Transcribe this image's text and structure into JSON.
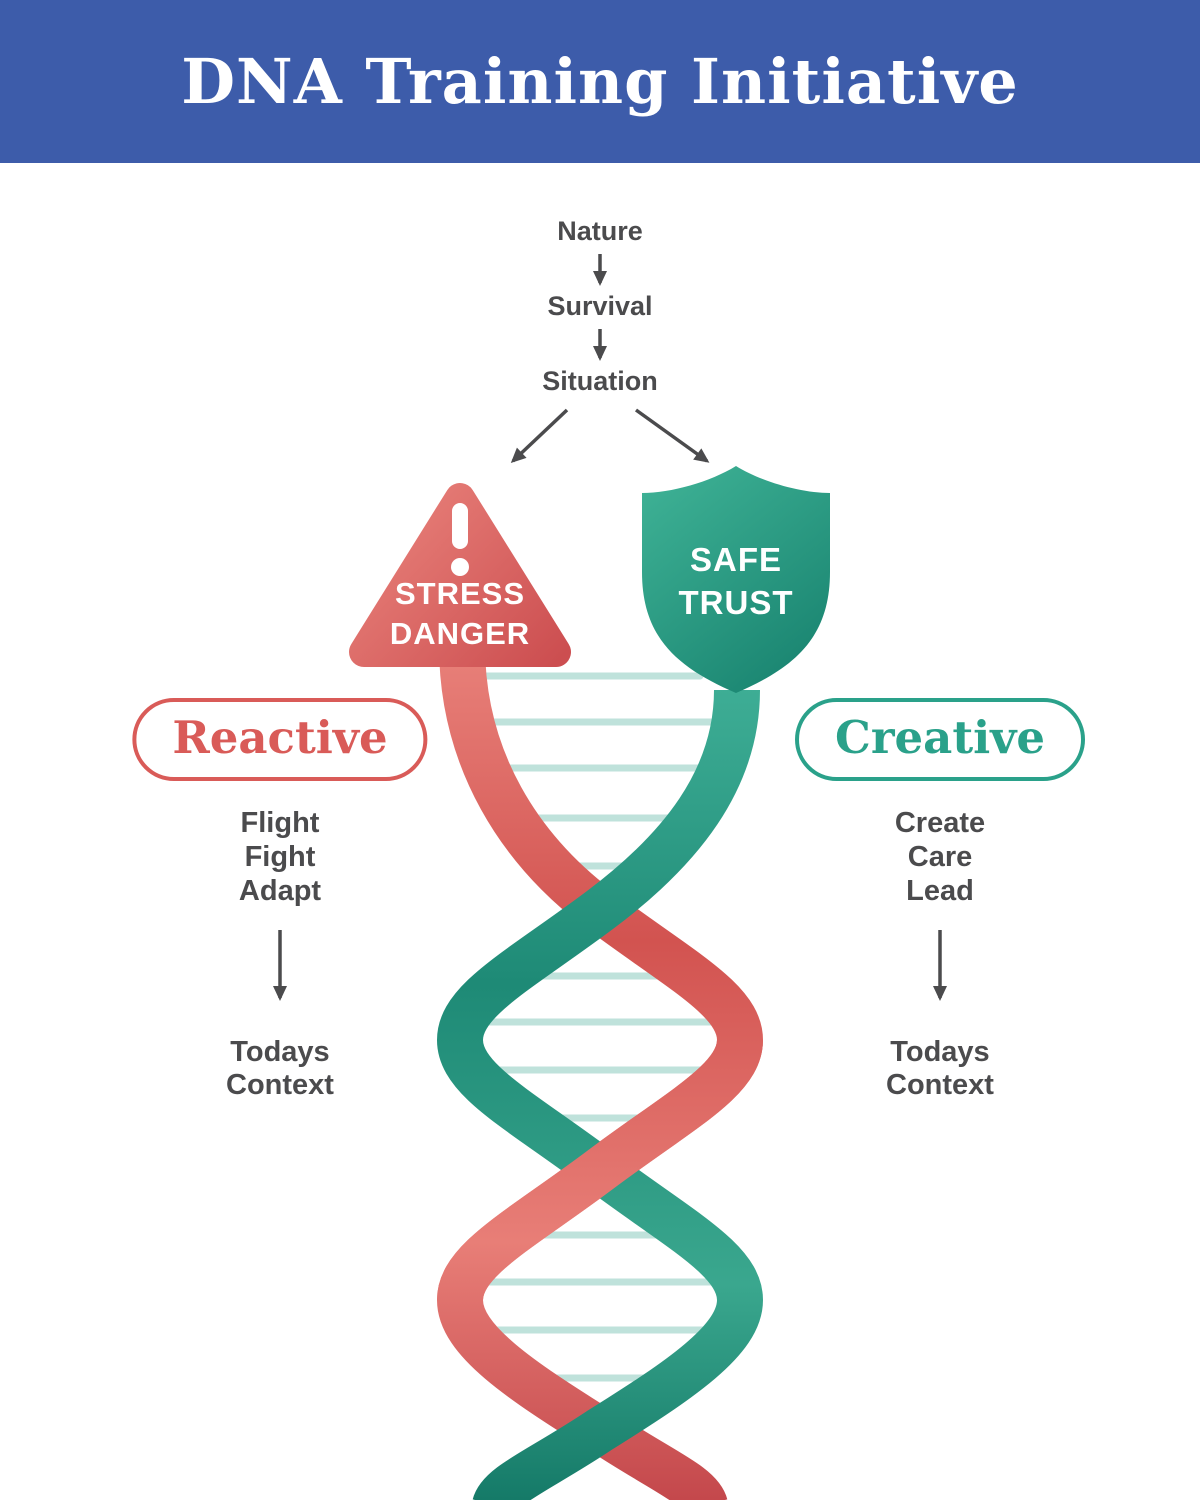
{
  "header": {
    "title": "DNA Training Initiative"
  },
  "flow": {
    "nature": "Nature",
    "survival": "Survival",
    "situation": "Situation"
  },
  "triangle": {
    "line1": "STRESS",
    "line2": "DANGER"
  },
  "shield": {
    "line1": "SAFE",
    "line2": "TRUST"
  },
  "left_branch": {
    "badge": "Reactive",
    "items": [
      "Flight",
      "Fight",
      "Adapt"
    ],
    "result": [
      "Todays",
      "Context"
    ]
  },
  "right_branch": {
    "badge": "Creative",
    "items": [
      "Create",
      "Care",
      "Lead"
    ],
    "result": [
      "Todays",
      "Context"
    ]
  },
  "colors": {
    "header_blue": "#3d5caa",
    "red": "#d95b58",
    "teal": "#2aa18a",
    "text_gray": "#4b4b4d",
    "rung_teal": "#bfe2db"
  }
}
